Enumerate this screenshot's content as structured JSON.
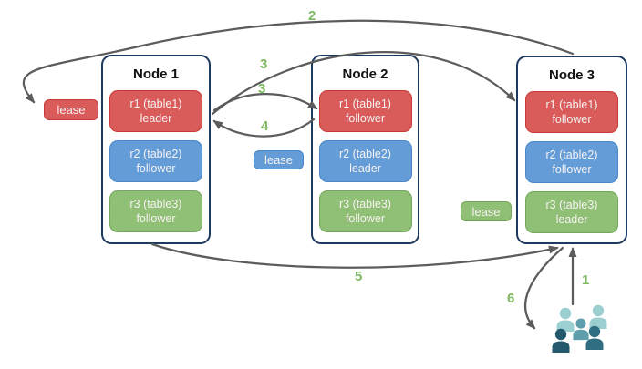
{
  "diagram": {
    "nodes": [
      {
        "title": "Node 1",
        "replicas": [
          {
            "range": "r1 (table1)",
            "role": "leader"
          },
          {
            "range": "r2 (table2)",
            "role": "follower"
          },
          {
            "range": "r3 (table3)",
            "role": "follower"
          }
        ]
      },
      {
        "title": "Node 2",
        "replicas": [
          {
            "range": "r1 (table1)",
            "role": "follower"
          },
          {
            "range": "r2 (table2)",
            "role": "leader"
          },
          {
            "range": "r3 (table3)",
            "role": "follower"
          }
        ]
      },
      {
        "title": "Node 3",
        "replicas": [
          {
            "range": "r1 (table1)",
            "role": "follower"
          },
          {
            "range": "r2 (table2)",
            "role": "follower"
          },
          {
            "range": "r3 (table3)",
            "role": "leader"
          }
        ]
      }
    ],
    "leases": {
      "red": {
        "label": "lease"
      },
      "blue": {
        "label": "lease"
      },
      "green": {
        "label": "lease"
      }
    },
    "flow_labels": {
      "step1": "1",
      "step2": "2",
      "step3a": "3",
      "step3b": "3",
      "step4": "4",
      "step5": "5",
      "step6": "6"
    },
    "colors": {
      "background": "#ffffff",
      "node_border": "#1f3a5f",
      "red_fill": "#d95c5a",
      "red_border": "#c93936",
      "blue_fill": "#639cd6",
      "blue_border": "#4a87c7",
      "green_fill": "#90bf76",
      "green_border": "#73a75b",
      "arrow": "#5c5c5c",
      "step_label": "#7eb961",
      "users_light": "#9bcfd0",
      "users_mid": "#5e9dab",
      "users_dark": "#24586c",
      "users_dark2": "#2e6e80"
    }
  }
}
